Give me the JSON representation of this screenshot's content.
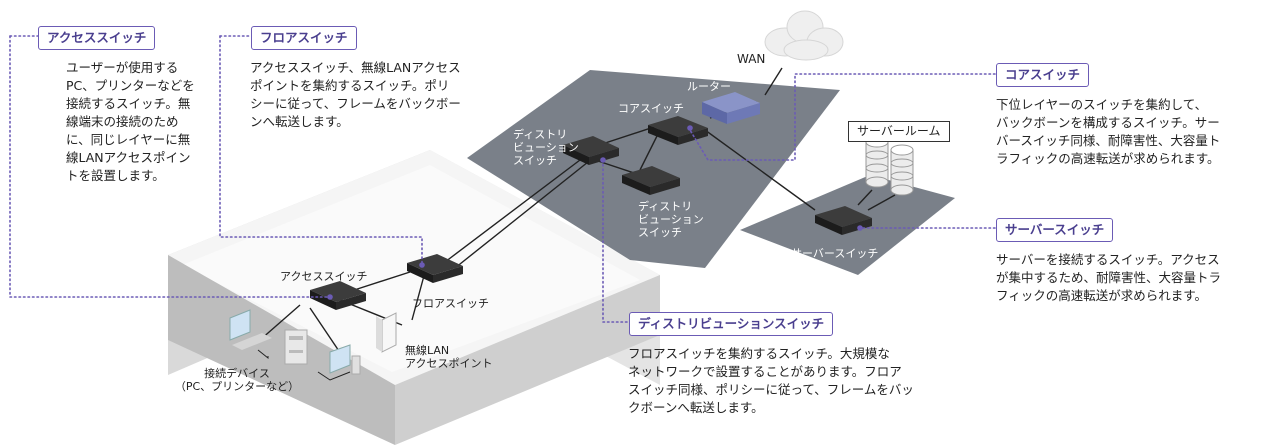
{
  "callouts": {
    "access": {
      "title": "アクセススイッチ",
      "lines": [
        "ユーザーが使用する",
        "PC、プリンターなどを",
        "接続するスイッチ。無",
        "線端末の接続のため",
        "に、同じレイヤーに無",
        "線LANアクセスポイン",
        "トを設置します。"
      ]
    },
    "floor": {
      "title": "フロアスイッチ",
      "lines": [
        "アクセススイッチ、無線LANアクセス",
        "ポイントを集約するスイッチ。ポリ",
        "シーに従って、フレームをバックボー",
        "ンへ転送します。"
      ]
    },
    "core": {
      "title": "コアスイッチ",
      "lines": [
        "下位レイヤーのスイッチを集約して、",
        "バックボーンを構成するスイッチ。サー",
        "バースイッチ同様、耐障害性、大容量ト",
        "ラフィックの高速転送が求められます。"
      ]
    },
    "server": {
      "title": "サーバースイッチ",
      "lines": [
        "サーバーを接続するスイッチ。アクセス",
        "が集中するため、耐障害性、大容量トラ",
        "フィックの高速転送が求められます。"
      ]
    },
    "distribution": {
      "title": "ディストリビューションスイッチ",
      "lines": [
        "フロアスイッチを集約するスイッチ。大規模な",
        "ネットワークで設置することがあります。フロア",
        "スイッチ同様、ポリシーに従って、フレームをバッ",
        "クボーンへ転送します。"
      ]
    }
  },
  "diagram": {
    "wan": "WAN",
    "router": "ルーター",
    "core_switch": "コアスイッチ",
    "dist_switch_1": [
      "ディストリ",
      "ビューション",
      "スイッチ"
    ],
    "dist_switch_2": [
      "ディストリ",
      "ビューション",
      "スイッチ"
    ],
    "server_room": "サーバールーム",
    "server_switch": "サーバースイッチ",
    "access_switch": "アクセススイッチ",
    "floor_switch": "フロアスイッチ",
    "wireless_ap": [
      "無線LAN",
      "アクセスポイント"
    ],
    "devices": [
      "接続デバイス",
      "（PC、プリンターなど）"
    ]
  },
  "colors": {
    "accent": "#6b5bb5",
    "panel": "#7a8089",
    "floor_light": "#f3f3f3",
    "floor_dark": "#d9d9d9"
  }
}
